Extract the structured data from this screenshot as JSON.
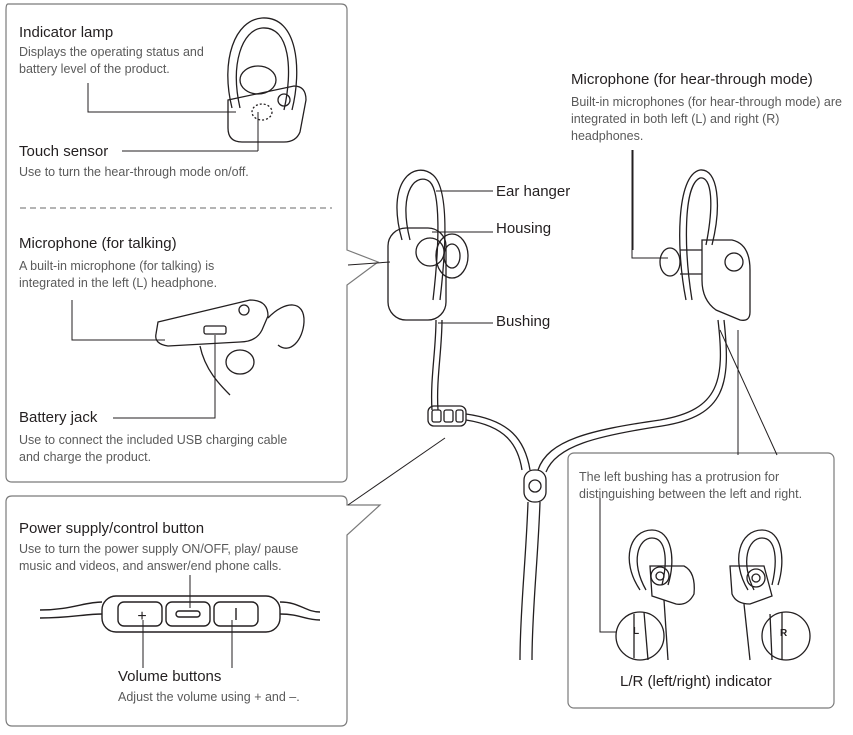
{
  "indicator_lamp": {
    "title": "Indicator lamp",
    "desc": "Displays the operating status and battery level of the product."
  },
  "touch_sensor": {
    "title": "Touch sensor",
    "desc": "Use to turn the hear-through mode on/off."
  },
  "mic_talking": {
    "title": "Microphone (for talking)",
    "desc": "A built-in microphone (for talking) is integrated in the left (L) headphone."
  },
  "battery_jack": {
    "title": "Battery jack",
    "desc": "Use to connect the included USB charging cable and charge the product."
  },
  "power_button": {
    "title": "Power supply/control button",
    "desc": "Use to turn the power supply ON/OFF, play/ pause music and videos, and answer/end phone calls."
  },
  "volume_buttons": {
    "title": "Volume buttons",
    "desc": "Adjust the volume using + and –."
  },
  "mic_hear_through": {
    "title": "Microphone (for hear-through mode)",
    "desc": "Built-in microphones (for hear-through mode) are integrated in both left (L) and right (R) headphones."
  },
  "callouts": {
    "ear_hanger": "Ear hanger",
    "housing": "Housing",
    "bushing": "Bushing"
  },
  "bushing_note": "The left bushing has a protrusion for distinguishing between the left and right.",
  "lr_indicator": "L/R (left/right) indicator",
  "lr_marks": {
    "left": "L",
    "right": "R"
  },
  "remote_symbols": {
    "plus": "+",
    "minus": "–"
  },
  "colors": {
    "line": "#231f20",
    "panel_border": "#7a7a7a",
    "desc_text": "#5a5a5a"
  }
}
